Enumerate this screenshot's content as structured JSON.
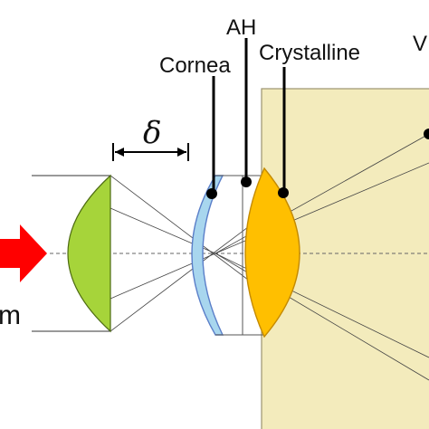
{
  "labels": {
    "cornea": "Cornea",
    "ah": "AH",
    "crystalline": "Crystalline",
    "vitreous_partial": "V",
    "delta": "δ",
    "beam_partial": "m"
  },
  "colors": {
    "eye_box": "#f3ebbc",
    "eye_box_border": "#9b9270",
    "collimating_lens": "#a6d43a",
    "cornea": "#a8d6ee",
    "cornea_border": "#5b7fc9",
    "crystalline": "#ffbf00",
    "crystalline_border": "#c48a00",
    "arrow": "#ff0000",
    "lines": "#333333"
  }
}
